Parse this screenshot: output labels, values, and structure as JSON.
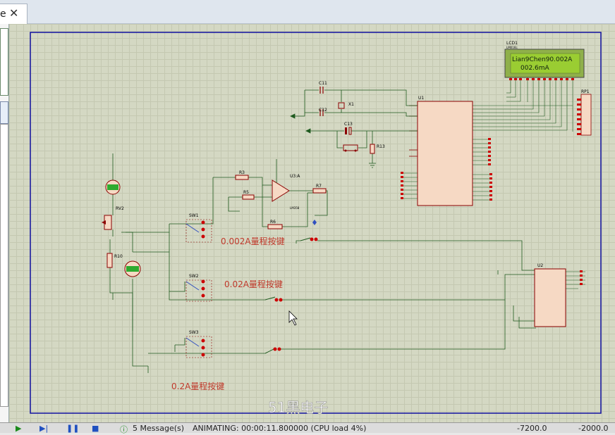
{
  "tab": {
    "label": "e",
    "close": "✕"
  },
  "lcd": {
    "ref": "LCD1",
    "part": "LM016L",
    "line1": "Lian9Chen90.002A",
    "line2": "002.6mA"
  },
  "labels": {
    "btn1": "0.002A量程按键",
    "btn2": "0.02A量程按键",
    "btn3": "0.2A量程按键",
    "watermark": "51黑电子"
  },
  "components": {
    "u1": "U1",
    "u2": "U2",
    "u3a": "U3:A",
    "u3_part": "LM358",
    "c11": "C11",
    "c12": "C12",
    "c13": "C13",
    "x1": "X1",
    "r3": "R3",
    "r5": "R5",
    "r6": "R6",
    "r7": "R7",
    "r10": "R10",
    "r13": "R13",
    "rv2": "RV2",
    "rp1": "RP1",
    "sw1": "SW1",
    "sw2": "SW2",
    "sw3": "SW3"
  },
  "status": {
    "messages": "5 Message(s)",
    "animating": "ANIMATING: 00:00:11.800000 (CPU load 4%)",
    "coord_x": "-7200.0",
    "coord_y": "-2000.0"
  },
  "colors": {
    "wire": "#1f5a1f",
    "component": "#8b0000",
    "label_red": "#c0392b",
    "lcd_bg": "#9acd32",
    "border_blue": "#1010a0"
  }
}
